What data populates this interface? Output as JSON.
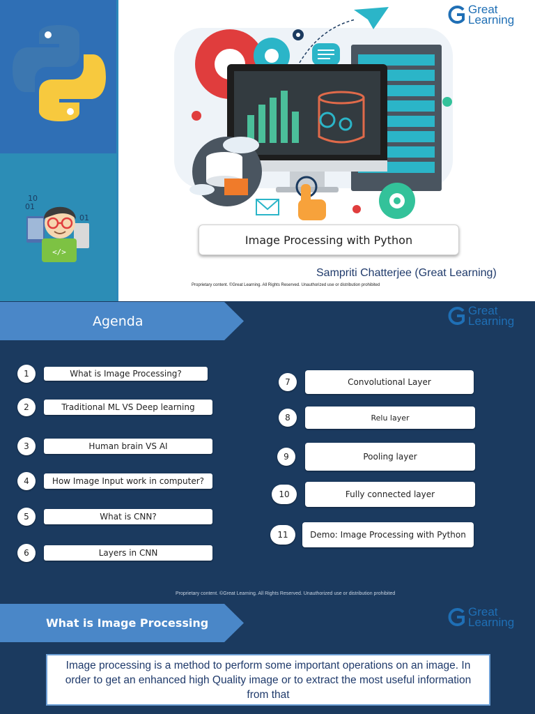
{
  "slide1": {
    "title": "Image Processing with Python",
    "author": "Sampriti Chatterjee (Great Learning)",
    "proprietary": "Proprietary content. ©Great Learning. All Rights Reserved. Unauthorized use or distribution prohibited",
    "avatar_bits_1": "10",
    "avatar_bits_2": "01",
    "avatar_bits_3": "01",
    "avatar_code": "</>"
  },
  "logo": {
    "line1": "Great",
    "line2": "Learning",
    "color": "#1f6fb5"
  },
  "slide2": {
    "banner": "Agenda",
    "left_items": [
      {
        "num": "1",
        "label": "What is Image Processing?"
      },
      {
        "num": "2",
        "label": "Traditional ML VS Deep learning"
      },
      {
        "num": "3",
        "label": "Human brain VS AI"
      },
      {
        "num": "4",
        "label": "How Image Input work in computer?"
      },
      {
        "num": "5",
        "label": "What is CNN?"
      },
      {
        "num": "6",
        "label": "Layers in CNN"
      }
    ],
    "right_items": [
      {
        "num": "7",
        "label": "Convolutional Layer"
      },
      {
        "num": "8",
        "label": "Relu layer"
      },
      {
        "num": "9",
        "label": "Pooling layer"
      },
      {
        "num": "10",
        "label": "Fully connected layer"
      },
      {
        "num": "11",
        "label": "Demo: Image Processing with Python"
      }
    ],
    "proprietary": "Proprietary content. ©Great Learning. All Rights Reserved. Unauthorized use or distribution prohibited"
  },
  "slide3": {
    "banner": "What is Image Processing",
    "definition": "Image processing is a method to perform some important operations on an image. In order to get an enhanced high Quality image or to extract the most useful information from that"
  },
  "colors": {
    "navy": "#1b3a5f",
    "banner_blue": "#4a87c8",
    "python_blue": "#3c77b0",
    "python_yellow": "#f7c93e",
    "accent_red": "#e03d3d",
    "accent_teal": "#2bb5c8"
  }
}
